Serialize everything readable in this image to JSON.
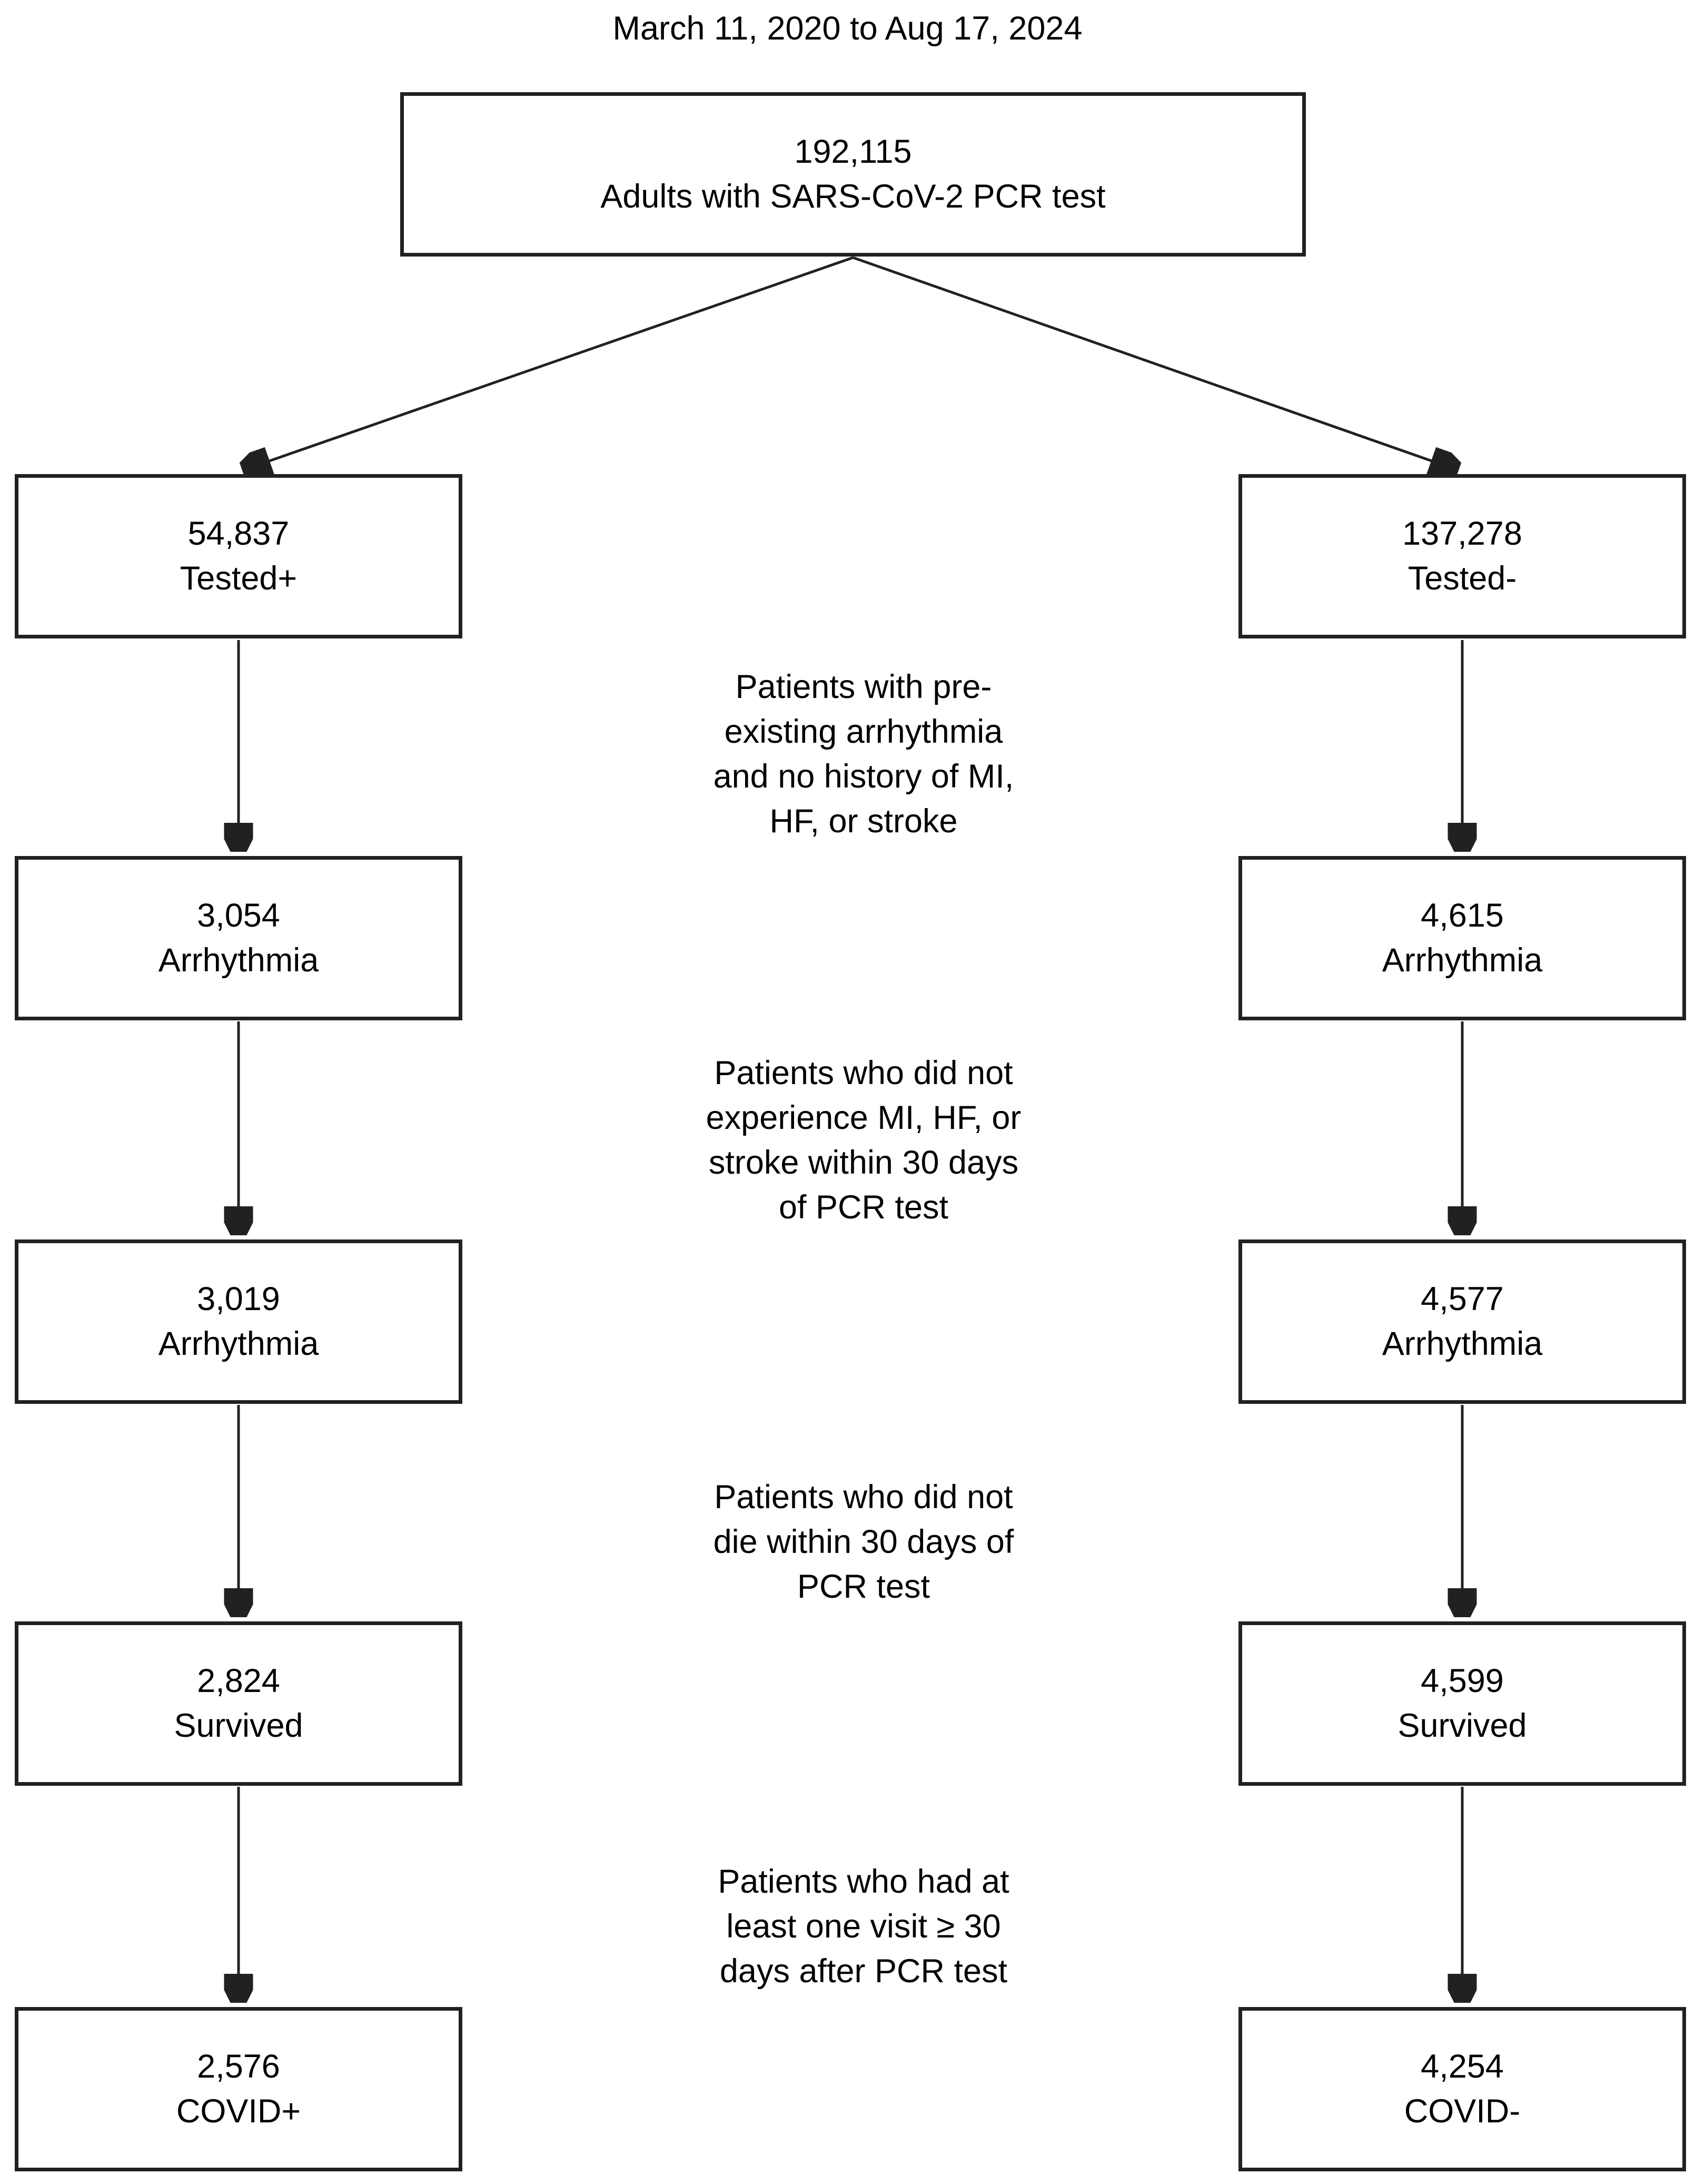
{
  "title": "March 11, 2020 to Aug 17, 2024",
  "colors": {
    "background": "#ffffff",
    "line": "#212121",
    "box_border": "#212121",
    "text": "#000000"
  },
  "flowchart": {
    "root": {
      "count": "192,115",
      "label": "Adults with SARS-CoV-2 PCR test"
    },
    "left_branch": [
      {
        "count": "54,837",
        "label": "Tested+"
      },
      {
        "count": "3,054",
        "label": "Arrhythmia"
      },
      {
        "count": "3,019",
        "label": "Arrhythmia"
      },
      {
        "count": "2,824",
        "label": "Survived"
      },
      {
        "count": "2,576",
        "label": "COVID+"
      }
    ],
    "right_branch": [
      {
        "count": "137,278",
        "label": "Tested-"
      },
      {
        "count": "4,615",
        "label": "Arrhythmia"
      },
      {
        "count": "4,577",
        "label": "Arrhythmia"
      },
      {
        "count": "4,599",
        "label": "Survived"
      },
      {
        "count": "4,254",
        "label": "COVID-"
      }
    ],
    "step_annotations": [
      "Patients with pre-\nexisting arrhythmia\nand no history of MI,\nHF, or stroke",
      "Patients who did not\nexperience MI, HF, or\nstroke within 30 days\nof PCR test",
      "Patients who did not\ndie within 30 days of\nPCR test",
      "Patients who had at\nleast one visit ≥ 30\ndays after PCR test"
    ]
  }
}
